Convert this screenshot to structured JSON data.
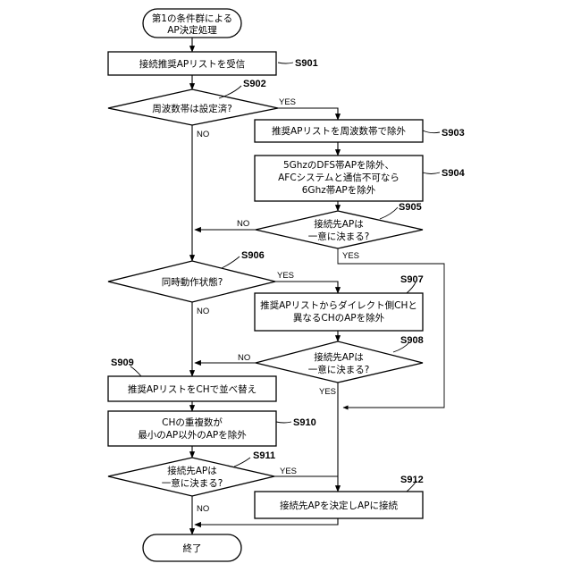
{
  "nodes": {
    "start": [
      "第1の条件群による",
      "AP決定処理"
    ],
    "s901": [
      "接続推奨APリストを受信"
    ],
    "s902": [
      "周波数帯は設定済?"
    ],
    "s903": [
      "推奨APリストを周波数帯で除外"
    ],
    "s904": [
      "5GhzのDFS帯APを除外、",
      "AFCシステムと通信不可なら",
      "6Ghz帯APを除外"
    ],
    "s905": [
      "接続先APは",
      "一意に決まる?"
    ],
    "s906": [
      "同時動作状態?"
    ],
    "s907": [
      "推奨APリストからダイレクト側CHと",
      "異なるCHのAPを除外"
    ],
    "s908": [
      "接続先APは",
      "一意に決まる?"
    ],
    "s909": [
      "推奨APリストをCHで並べ替え"
    ],
    "s910": [
      "CHの重複数が",
      "最小のAP以外のAPを除外"
    ],
    "s911": [
      "接続先APは",
      "一意に決まる?"
    ],
    "s912": [
      "接続先APを決定しAPに接続"
    ],
    "end": [
      "終了"
    ]
  },
  "step_labels": {
    "s901": "S901",
    "s902": "S902",
    "s903": "S903",
    "s904": "S904",
    "s905": "S905",
    "s906": "S906",
    "s907": "S907",
    "s908": "S908",
    "s909": "S909",
    "s910": "S910",
    "s911": "S911",
    "s912": "S912"
  },
  "branch_labels": {
    "s902_yes": "YES",
    "s902_no": "NO",
    "s905_no": "NO",
    "s905_yes": "YES",
    "s906_yes": "YES",
    "s906_no": "NO",
    "s908_no": "NO",
    "s908_yes": "YES",
    "s911_yes": "YES",
    "s911_no": "NO"
  }
}
